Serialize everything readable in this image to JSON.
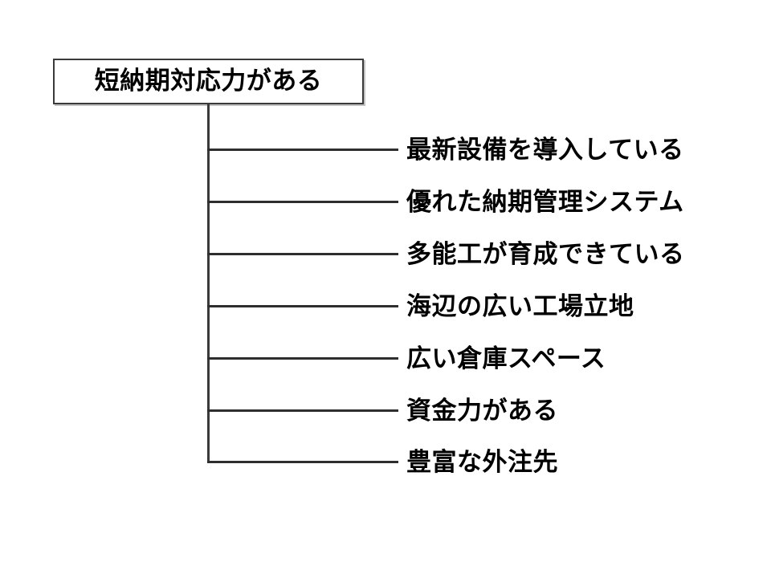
{
  "diagram": {
    "type": "tree",
    "orientation": "left-root-right-leaves",
    "root": {
      "label": "短納期対応力がある"
    },
    "leaves": [
      {
        "label": "最新設備を導入している"
      },
      {
        "label": "優れた納期管理システム"
      },
      {
        "label": "多能工が育成できている"
      },
      {
        "label": "海辺の広い工場立地"
      },
      {
        "label": "広い倉庫スペース"
      },
      {
        "label": "資金力がある"
      },
      {
        "label": "豊富な外注先"
      }
    ],
    "colors": {
      "background": "#ffffff",
      "text": "#000000",
      "line": "#2e2e2e",
      "box_border": "#3a3a3a",
      "box_fill": "#ffffff"
    }
  }
}
